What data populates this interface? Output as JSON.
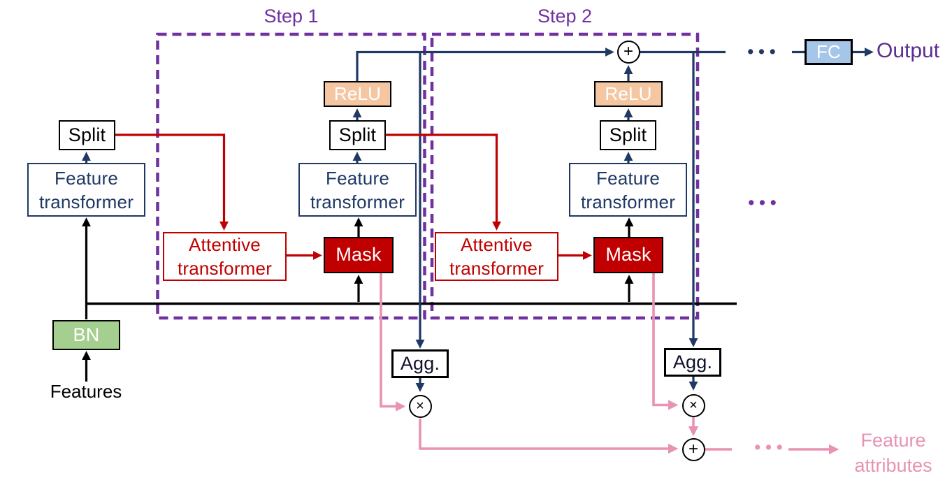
{
  "diagram": {
    "steps": [
      {
        "label": "Step 1"
      },
      {
        "label": "Step 2"
      }
    ],
    "nodes": {
      "split": "Split",
      "feature_transformer": "Feature transformer",
      "attentive_transformer": "Attentive transformer",
      "mask": "Mask",
      "relu": "ReLU",
      "bn": "BN",
      "agg": "Agg.",
      "fc": "FC"
    },
    "io": {
      "input_label": "Features",
      "output_label": "Output",
      "attribute_label_line1": "Feature",
      "attribute_label_line2": "attributes"
    },
    "operators": {
      "multiply": "×",
      "add": "+"
    },
    "ellipsis": "•••",
    "colors": {
      "navy": "#1f3864",
      "red": "#c00000",
      "purple": "#7030a0",
      "pink": "#e892b4",
      "relu_fill": "#f5c6a2",
      "bn_fill": "#a5cf8e",
      "fc_fill": "#a5c6e8",
      "mask_fill": "#c00000",
      "black": "#000000"
    }
  }
}
